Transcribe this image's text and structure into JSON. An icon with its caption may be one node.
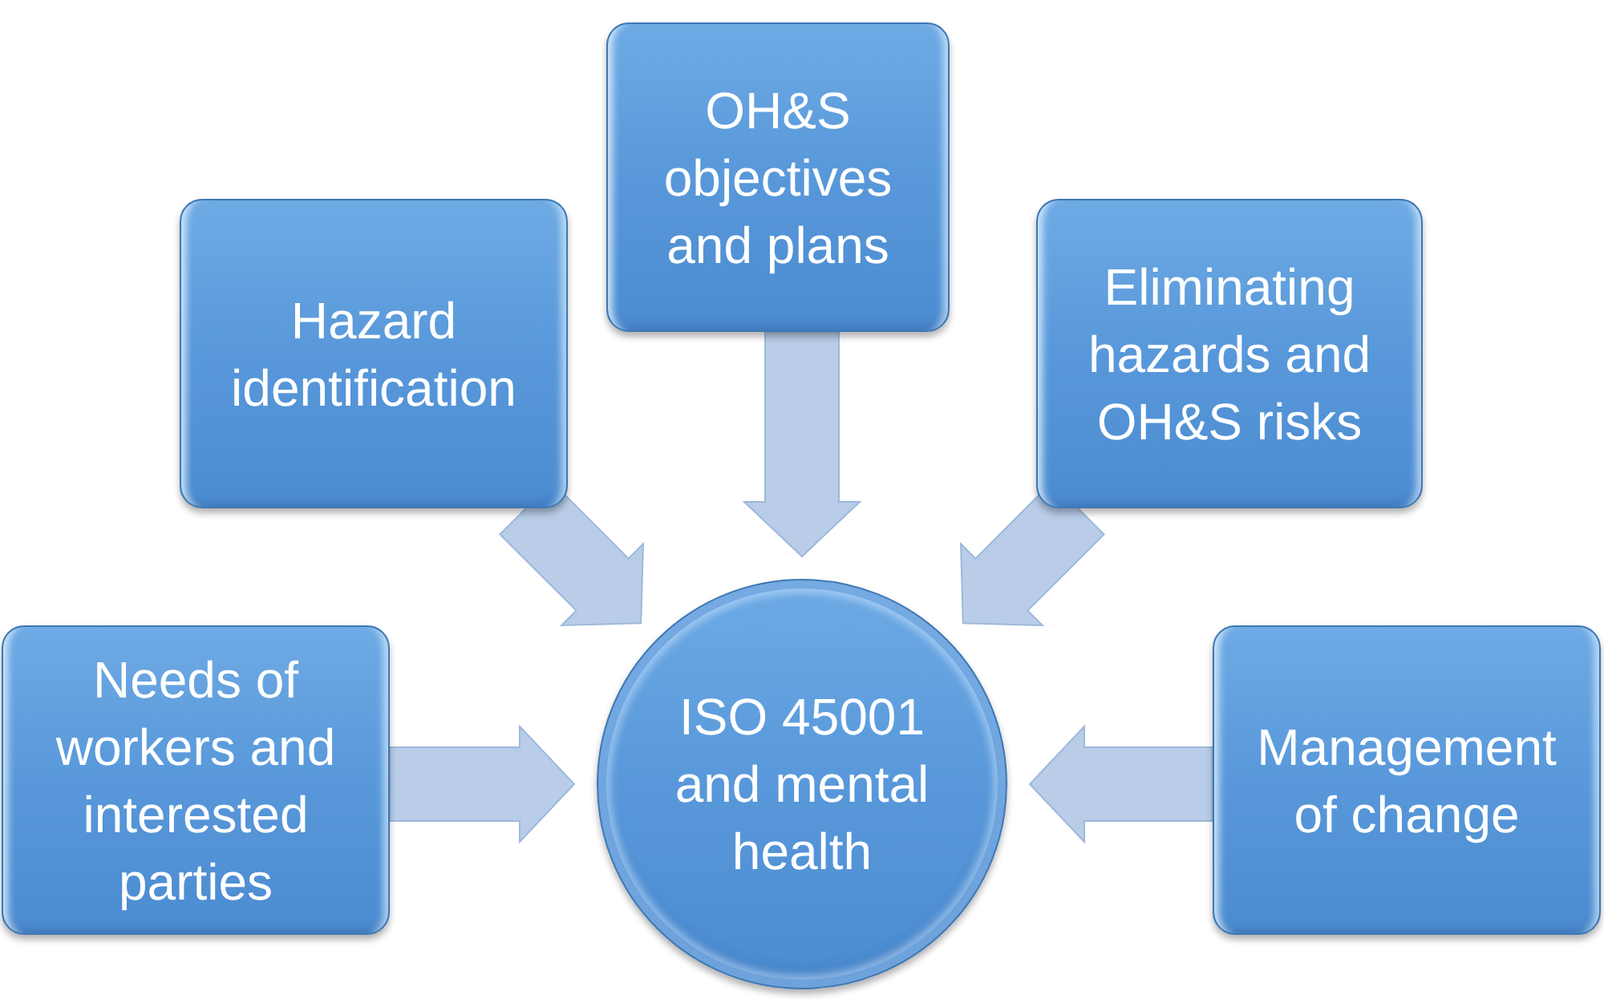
{
  "diagram": {
    "nodes": [
      {
        "text": [
          "OH&S objectives and plans"
        ]
      },
      {
        "text": [
          "Hazard identification"
        ]
      },
      {
        "text": [
          "Eliminating hazards and OH&S risks"
        ]
      },
      {
        "text": [
          "Needs of workers and interested parties"
        ]
      },
      {
        "text": [
          "ISO 45001 and mental health"
        ]
      },
      {
        "text": [
          "Management of change"
        ]
      }
    ],
    "edges": [
      {
        "from": 0,
        "to": 4,
        "arrow": "to"
      },
      {
        "from": 1,
        "to": 4,
        "arrow": "to"
      },
      {
        "from": 2,
        "to": 4,
        "arrow": "to"
      },
      {
        "from": 3,
        "to": 4,
        "arrow": "to"
      },
      {
        "from": 5,
        "to": 4,
        "arrow": "to"
      }
    ]
  }
}
